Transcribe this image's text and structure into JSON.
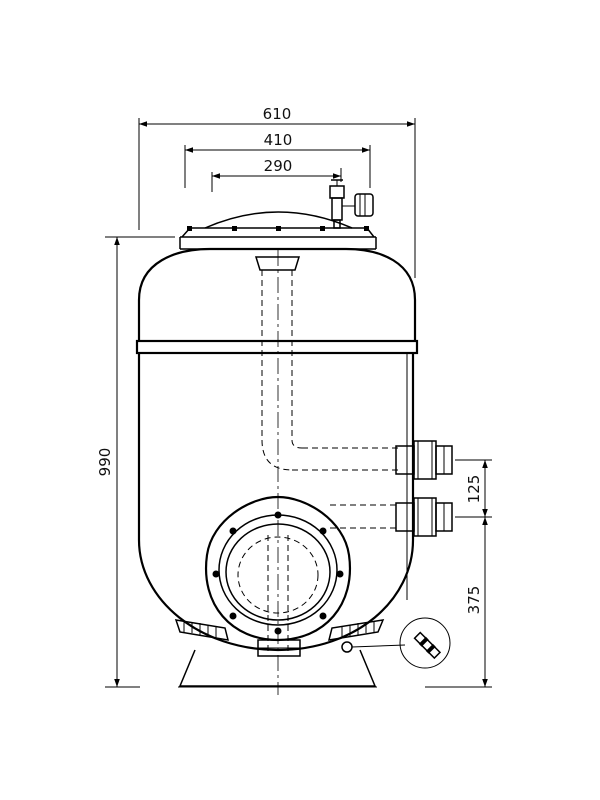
{
  "drawing": {
    "dimensions": {
      "overall_width": "610",
      "flange_width": "410",
      "valve_offset": "290",
      "total_height": "990",
      "port_spacing": "125",
      "lower_port_height": "375"
    }
  }
}
